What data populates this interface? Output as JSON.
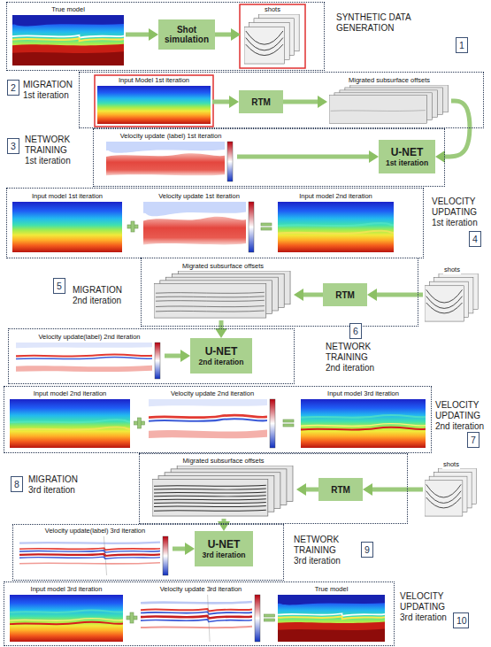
{
  "diagram": {
    "nodes": [
      {
        "text": [
          "SYNTHETIC DATA GENERATION"
        ]
      },
      {
        "text": [
          "True model"
        ],
        "in": 0
      },
      {
        "text": [
          "Shot simulation"
        ],
        "in": 0
      },
      {
        "text": [
          "shots"
        ],
        "in": 0
      },
      {
        "text": [
          "1"
        ]
      },
      {
        "text": [
          "2"
        ]
      },
      {
        "text": [
          "MIGRATION 1st iteration"
        ]
      },
      {
        "text": [
          "Input Model 1st iteration"
        ],
        "in": 6
      },
      {
        "text": [
          "RTM"
        ],
        "in": 6
      },
      {
        "text": [
          "Migrated subsurface offsets"
        ],
        "in": 6
      },
      {
        "text": [
          "3"
        ]
      },
      {
        "text": [
          "NETWORK TRAINING 1st iteration"
        ]
      },
      {
        "text": [
          "Velocity update (label) 1st iteration"
        ],
        "in": 11
      },
      {
        "text": [
          "U-NET",
          "1st iteration"
        ],
        "in": 11
      },
      {
        "text": [
          "VELOCITY UPDATING 1st iteration"
        ]
      },
      {
        "text": [
          "Input model 1st iteration"
        ],
        "in": 14
      },
      {
        "text": [
          "Velocity update 1st iteration"
        ],
        "in": 14
      },
      {
        "text": [
          "Input model 2nd iteration"
        ],
        "in": 14
      },
      {
        "text": [
          "4"
        ]
      },
      {
        "text": [
          "5"
        ]
      },
      {
        "text": [
          "MIGRATION 2nd iteration"
        ]
      },
      {
        "text": [
          "Migrated subsurface offsets"
        ],
        "in": 20
      },
      {
        "text": [
          "RTM"
        ],
        "in": 20
      },
      {
        "text": [
          "shots"
        ]
      },
      {
        "text": [
          "NETWORK TRAINING 2nd iteration"
        ]
      },
      {
        "text": [
          "Velocity update(label) 2nd iteration"
        ],
        "in": 24
      },
      {
        "text": [
          "U-NET",
          "2nd iteration"
        ],
        "in": 24
      },
      {
        "text": [
          "6"
        ]
      },
      {
        "text": [
          "VELOCITY UPDATING 2nd iteration"
        ]
      },
      {
        "text": [
          "Input model 2nd iteration"
        ],
        "in": 28
      },
      {
        "text": [
          "Velocity update 2nd iteration"
        ],
        "in": 28
      },
      {
        "text": [
          "Input model 3rd iteration"
        ],
        "in": 28
      },
      {
        "text": [
          "7"
        ]
      },
      {
        "text": [
          "8"
        ]
      },
      {
        "text": [
          "MIGRATION 3rd iteration"
        ]
      },
      {
        "text": [
          "Migrated subsurface offsets"
        ],
        "in": 34
      },
      {
        "text": [
          "RTM"
        ],
        "in": 34
      },
      {
        "text": [
          "shots"
        ]
      },
      {
        "text": [
          "NETWORK TRAINING 3rd iteration"
        ]
      },
      {
        "text": [
          "Velocity update(label) 3rd iteration"
        ],
        "in": 38
      },
      {
        "text": [
          "U-NET",
          "3rd iteration"
        ],
        "in": 38
      },
      {
        "text": [
          "9"
        ]
      },
      {
        "text": [
          "VELOCITY UPDATING 3rd iteration"
        ]
      },
      {
        "text": [
          "Input model 3rd iteration"
        ],
        "in": 42
      },
      {
        "text": [
          "Velocity update 3rd iteration"
        ],
        "in": 42
      },
      {
        "text": [
          "True model"
        ],
        "in": 42
      },
      {
        "text": [
          "10"
        ]
      }
    ],
    "edges": [
      {
        "from": 1,
        "to": 2,
        "arrow": "to"
      },
      {
        "from": 2,
        "to": 3,
        "arrow": "to"
      },
      {
        "from": 7,
        "to": 8,
        "arrow": "to"
      },
      {
        "from": 8,
        "to": 9,
        "arrow": "to"
      },
      {
        "from": 9,
        "to": 13,
        "arrow": "to"
      },
      {
        "from": 12,
        "to": 13,
        "arrow": "to"
      },
      {
        "from": 23,
        "to": 22,
        "arrow": "to"
      },
      {
        "from": 22,
        "to": 21,
        "arrow": "to"
      },
      {
        "from": 21,
        "to": 26,
        "arrow": "to"
      },
      {
        "from": 25,
        "to": 26,
        "arrow": "to"
      },
      {
        "from": 37,
        "to": 36,
        "arrow": "to"
      },
      {
        "from": 36,
        "to": 35,
        "arrow": "to"
      },
      {
        "from": 35,
        "to": 40,
        "arrow": "to"
      },
      {
        "from": 39,
        "to": 40,
        "arrow": "to"
      }
    ]
  }
}
